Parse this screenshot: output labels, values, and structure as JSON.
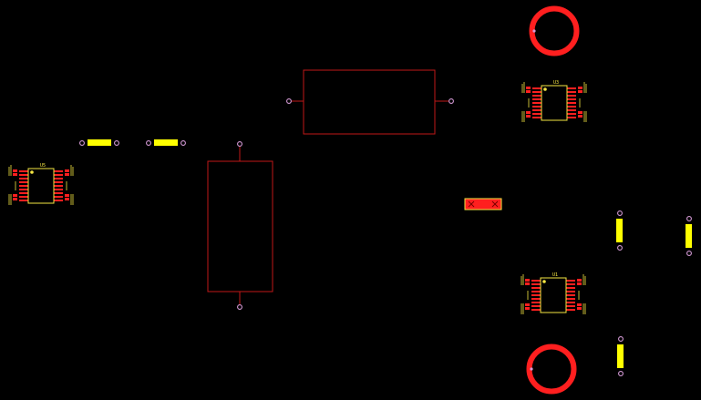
{
  "colors": {
    "background": "#000000",
    "copper": "#ff1f1f",
    "outline": "#c01818",
    "silk": "#f5e642",
    "highlight": "#ffff00",
    "via": "#d59ad6"
  },
  "components": {
    "u_left": "U5",
    "u_top_right": "U3",
    "u_bottom_right": "U1"
  }
}
